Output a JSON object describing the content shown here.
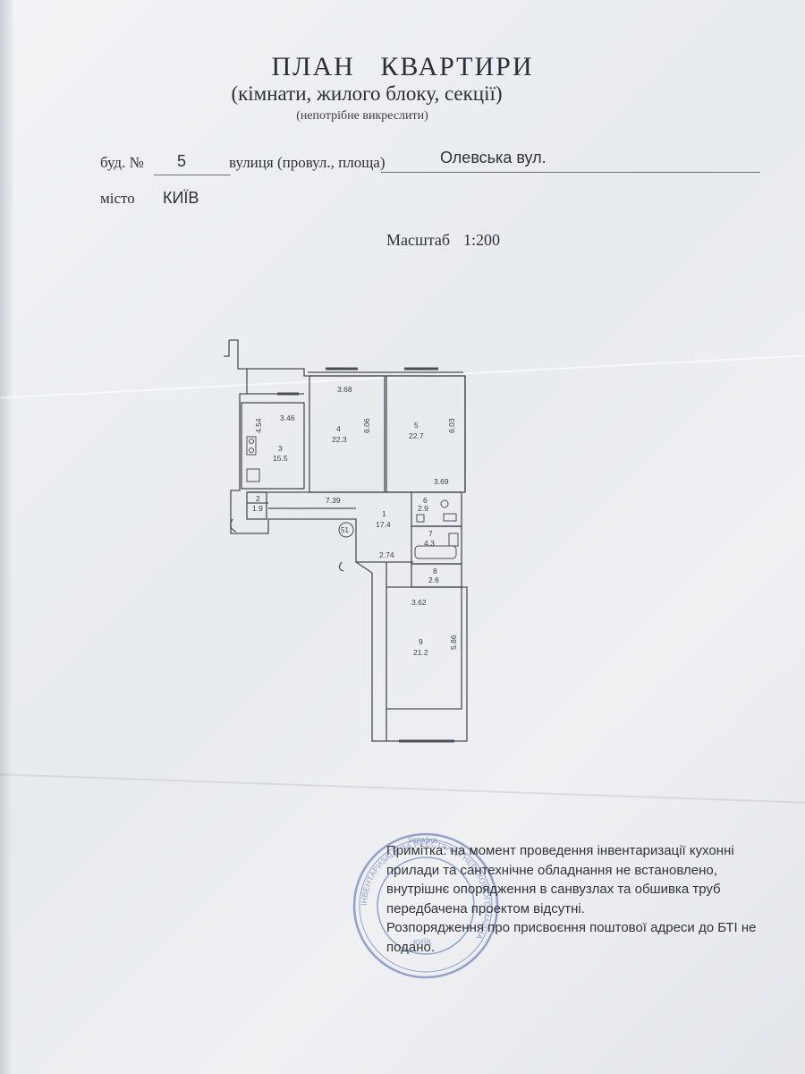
{
  "header": {
    "title": "ПЛАН   КВАРТИРИ",
    "subtitle": "(кімнати, жилого блоку, секції)",
    "strike_note": "(непотрібне викреслити)"
  },
  "address": {
    "building_label": "буд. №",
    "building_number": "5",
    "street_label": "вулиця (провул., площа)",
    "street_value": "Олевська вул.",
    "city_label": "місто",
    "city_value": "КИЇВ"
  },
  "scale": {
    "label": "Масштаб",
    "value": "1:200"
  },
  "plan": {
    "rooms": [
      {
        "number": "1",
        "area": "17.4"
      },
      {
        "number": "2",
        "area": "1.9"
      },
      {
        "number": "3",
        "area": "15.5"
      },
      {
        "number": "4",
        "area": "22.3"
      },
      {
        "number": "5",
        "area": "22.7"
      },
      {
        "number": "6",
        "area": "2.9"
      },
      {
        "number": "7",
        "area": "4.3"
      },
      {
        "number": "8",
        "area": "2.6"
      },
      {
        "number": "9",
        "area": "21.2"
      }
    ],
    "dimensions": {
      "kitchen_width": "3.46",
      "kitchen_depth": "4.54",
      "room4_width": "3.68",
      "room4_depth": "6.06",
      "room5_depth": "6.03",
      "room5_width": "3.69",
      "hall_length": "7.39",
      "hall_width": "2.74",
      "room9_width": "3.62",
      "room9_depth": "5.86"
    },
    "apartment_number": "51"
  },
  "stamp": {
    "top_text": "УКРАЇНА",
    "ring_text": "ІНВЕНТАРИЗАЦІЇ ТА РЕЄСТРАЦІЇ НЕРУХОМОГО МАЙНА",
    "center_text": "КИЇВ"
  },
  "note": {
    "line1": "Примітка: на момент проведення інвентаризації кухонні",
    "line2": "прилади та сантехнічне обладнання не встановлено,",
    "line3": "внутрішнє опорядження в санвузлах та обшивка труб",
    "line4": "передбачена проектом відсутні.",
    "line5": "Розпорядження про присвоєння поштової адреси до БТІ не",
    "line6": "подано."
  },
  "colors": {
    "paper": "#eceff2",
    "ink": "#2b2f36",
    "stamp_ink": "#4a5fa8"
  }
}
